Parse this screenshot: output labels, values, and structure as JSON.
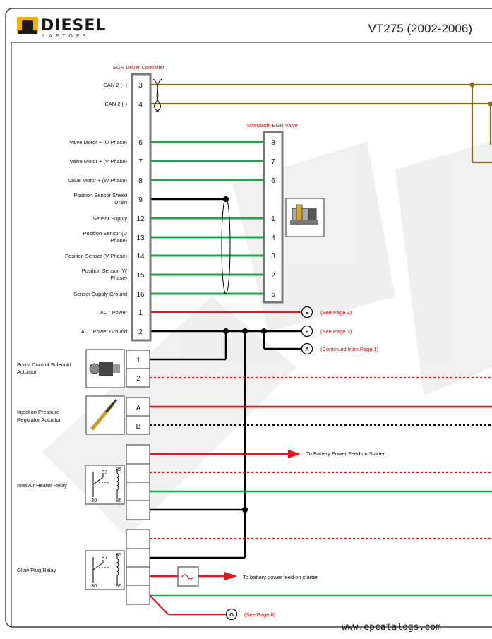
{
  "header": {
    "logo_text": "DIESEL",
    "logo_sub": "LAPTOPS",
    "title": "VT275 (2002-2006)"
  },
  "components": {
    "egr_controller": "EGR Driver Controller",
    "egr_valve": "Mitsubishi EGR Valve",
    "boost": [
      "Boost Control Solenoid",
      "Actuator"
    ],
    "injection": [
      "Injection Pressure",
      "Regulator Actuator"
    ],
    "inlet_relay": "Inlet Air Heater Relay",
    "glow_relay": "Glow Plug Relay"
  },
  "controller_pins": [
    {
      "pin": "3",
      "label": [
        "CAN 2 (+)"
      ]
    },
    {
      "pin": "4",
      "label": [
        "CAN 2 (-)"
      ]
    },
    {
      "pin": "6",
      "label": [
        "Valve Motor + (U Phase)"
      ]
    },
    {
      "pin": "7",
      "label": [
        "Valve Motor + (V Phase)"
      ]
    },
    {
      "pin": "8",
      "label": [
        "Valve Motor + (W Phase)"
      ]
    },
    {
      "pin": "9",
      "label": [
        "Position Sensor Shield",
        "Drain"
      ]
    },
    {
      "pin": "12",
      "label": [
        "Sensor Supply"
      ]
    },
    {
      "pin": "13",
      "label": [
        "Position Sensor (U",
        "Phase)"
      ]
    },
    {
      "pin": "14",
      "label": [
        "Position Sensor (V Phase)"
      ]
    },
    {
      "pin": "15",
      "label": [
        "Position Sensor (W",
        "Phase)"
      ]
    },
    {
      "pin": "16",
      "label": [
        "Sensor Supply Ground"
      ]
    },
    {
      "pin": "1",
      "label": [
        "ACT Power"
      ]
    },
    {
      "pin": "2",
      "label": [
        "ACT Power Ground"
      ]
    }
  ],
  "valve_pins": [
    "8",
    "7",
    "6",
    "1",
    "4",
    "3",
    "2",
    "5"
  ],
  "boost_pins": [
    "1",
    "2"
  ],
  "injection_pins": [
    "A",
    "B"
  ],
  "relay_terms": {
    "t87": "87",
    "t85": "85",
    "t30": "30",
    "t86": "86"
  },
  "connectors": {
    "E": {
      "letter": "E",
      "note": "(See Page 3)"
    },
    "F": {
      "letter": "F",
      "note": "(See Page 3)"
    },
    "A": {
      "letter": "A",
      "note": "(Continued from Page 1)"
    },
    "G": {
      "letter": "G",
      "note": "(See Page 6)"
    }
  },
  "notes": {
    "battery_feed_1": "To Battery Power Feed on Starter",
    "battery_feed_2": "To battery power feed on starter"
  },
  "watermark": "www.epcatalogs.com",
  "colors": {
    "can": "#8b6a14",
    "green": "#1aa64a",
    "red": "#e8141a",
    "black": "#000000"
  }
}
